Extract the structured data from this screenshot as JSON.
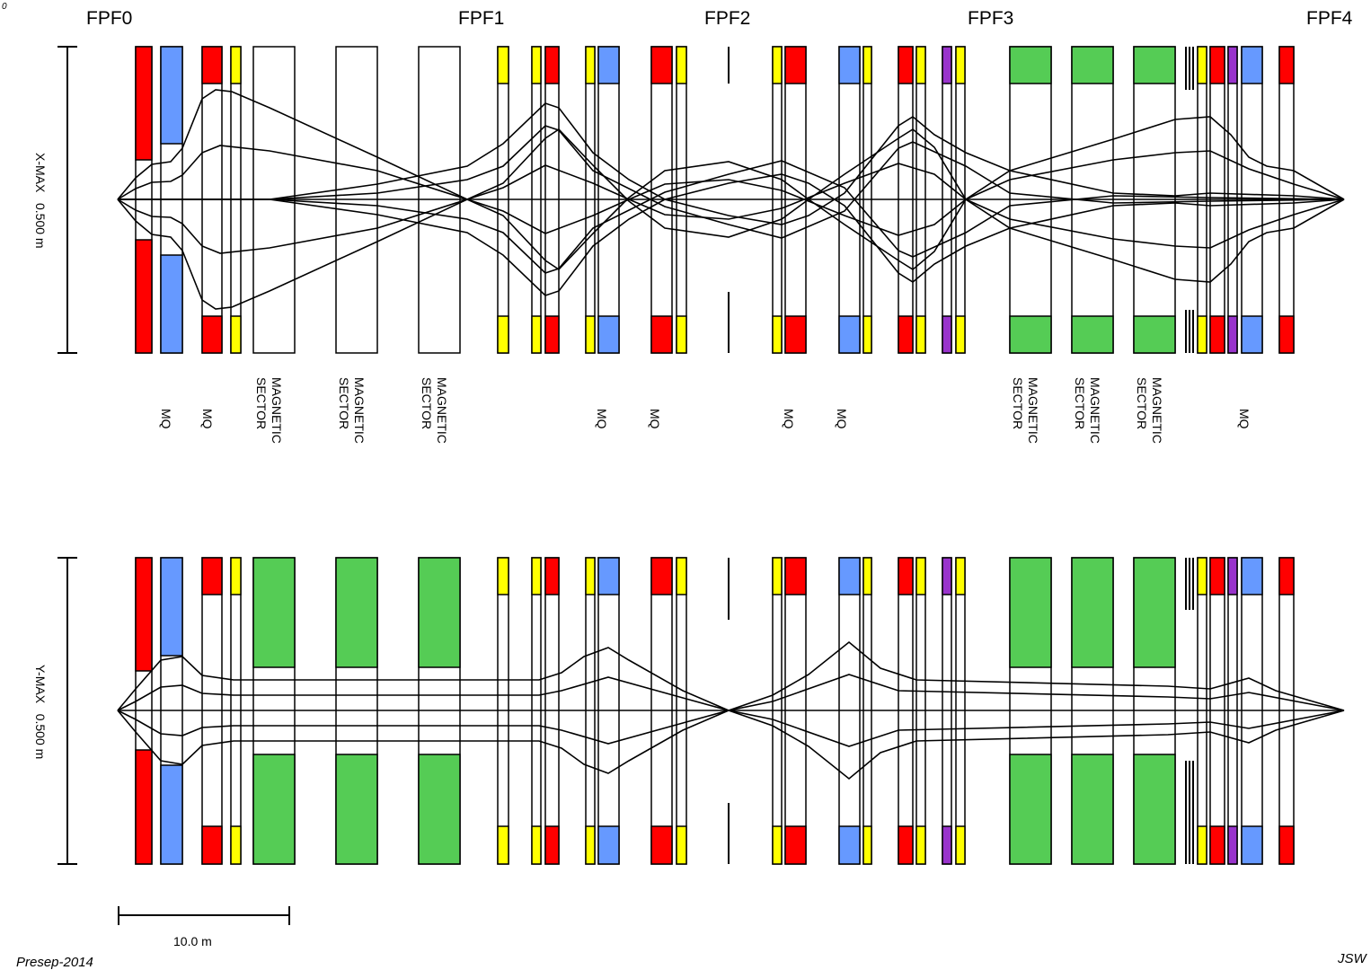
{
  "corner_mark": "0",
  "focal_planes": [
    "FPF0",
    "FPF1",
    "FPF2",
    "FPF3",
    "FPF4"
  ],
  "x_panel": {
    "axis_label": "X-MAX   0.500 m"
  },
  "y_panel": {
    "axis_label": "Y-MAX   0.500 m"
  },
  "element_labels": {
    "mq": "MQ",
    "sector_line1": "MAGNETIC",
    "sector_line2": "SECTOR"
  },
  "scale_bar": {
    "label": "10.0 m"
  },
  "footer": {
    "left": "Presep-2014",
    "right": "JSW"
  },
  "colors": {
    "quad_focus": "#ff0000",
    "quad_defocus": "#6699ff",
    "sextupole": "#ffff00",
    "octupole": "#9933cc",
    "dipole": "#55cc55"
  }
}
